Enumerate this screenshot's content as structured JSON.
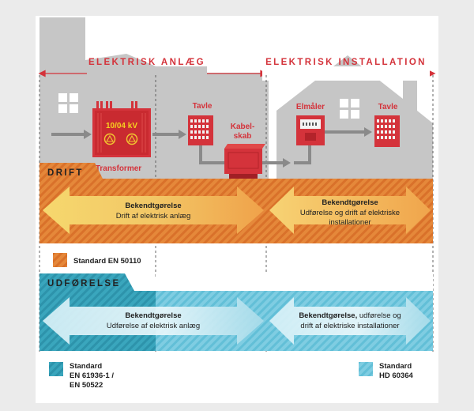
{
  "header": {
    "left_title": "ELEKTRISK ANLÆG",
    "right_title": "ELEKTRISK INSTALLATION"
  },
  "devices": {
    "transformer_rating": "10/04 kV",
    "transformer_label": "Transformer",
    "tavle_left": "Tavle",
    "kabelskab_line1": "Kabel-",
    "kabelskab_line2": "skab",
    "elmaaler": "Elmåler",
    "tavle_right": "Tavle"
  },
  "drift": {
    "tab_label": "DRIFT",
    "left_bold": "Bekendtgørelse",
    "left_text": "Drift af elektrisk anlæg",
    "right_bold": "Bekendtgørelse",
    "right_text_1": "Udførelse og drift af elektriske",
    "right_text_2": "installationer",
    "standard_label": "Standard EN 50110"
  },
  "udforelse": {
    "tab_label": "UDFØRELSE",
    "left_bold": "Bekendtgørelse",
    "left_text": "Udførelse af elektrisk anlæg",
    "right_bold": "Bekendtgørelse,",
    "right_bold_rest": " udførelse og",
    "right_text_2": "drift af elektriske installationer"
  },
  "legend": {
    "left_1": "Standard",
    "left_2": "EN 61936-1 /",
    "left_3": "EN 50522",
    "right_1": "Standard",
    "right_2": "HD 60364"
  },
  "colors": {
    "accent_red": "#d4333b",
    "orange": "#e07a2e",
    "cyan": "#5bbfd8",
    "dark_blue": "#2c9db5",
    "house_gray": "#c6c6c6"
  }
}
